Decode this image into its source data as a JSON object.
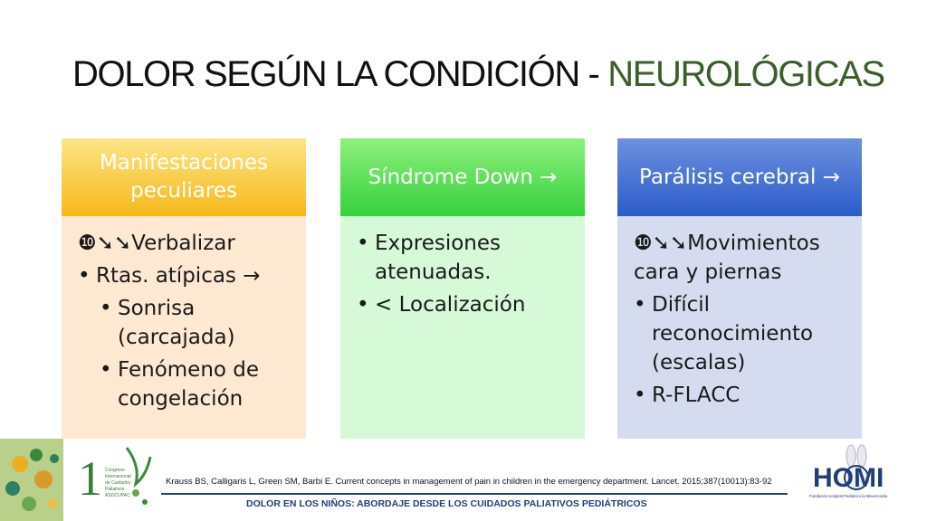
{
  "title": {
    "main": "DOLOR SEGÚN LA CONDICIÓN - ",
    "accent": "NEUROLÓGICAS"
  },
  "columns": [
    {
      "header": "Manifestaciones peculiares",
      "lines": [
        {
          "type": "plain",
          "text": "❿➘➘Verbalizar"
        },
        {
          "type": "bullet",
          "text": "Rtas. atípicas →"
        },
        {
          "type": "sub",
          "text": "Sonrisa (carcajada)"
        },
        {
          "type": "sub",
          "text": "Fenómeno de congelación"
        }
      ]
    },
    {
      "header": "Síndrome Down →",
      "lines": [
        {
          "type": "bullet",
          "text": "Expresiones atenuadas."
        },
        {
          "type": "bullet",
          "text": "< Localización"
        }
      ]
    },
    {
      "header": "Parálisis cerebral →",
      "lines": [
        {
          "type": "plain",
          "text": "❿➘➘Movimientos cara y piernas"
        },
        {
          "type": "bullet",
          "text": "Difícil reconocimiento (escalas)"
        },
        {
          "type": "bullet",
          "text": "R-FLACC"
        }
      ]
    }
  ],
  "footer": {
    "reference": "Krauss BS, Calligaris L, Green SM, Barbi E. Current concepts in management of pain in children in the emergency department. Lancet. 2015;387(10013):83-92",
    "course": "DOLOR EN LOS NIÑOS: ABORDAJE DESDE LOS CUIDADOS PALIATIVOS PEDIÁTRICOS",
    "left_logo": {
      "number": "1",
      "lines": [
        "Congreso",
        "Internacional",
        "de Cuidados",
        "Paliativos",
        "ASOCUPAC"
      ]
    },
    "right_logo": {
      "text": "HOMI",
      "tagline": "Fundación Hospital Pediátrico la Misericordia"
    }
  },
  "colors": {
    "title_accent": "#3a5f2b",
    "col1_head": "#f6b81a",
    "col2_head": "#35d13c",
    "col3_head": "#2b5cc8",
    "footer_blue": "#1f3f78"
  },
  "icons": [
    "number-ten-icon",
    "arrow-down-right-icon",
    "arrow-right-icon",
    "bunny-logo-icon"
  ]
}
